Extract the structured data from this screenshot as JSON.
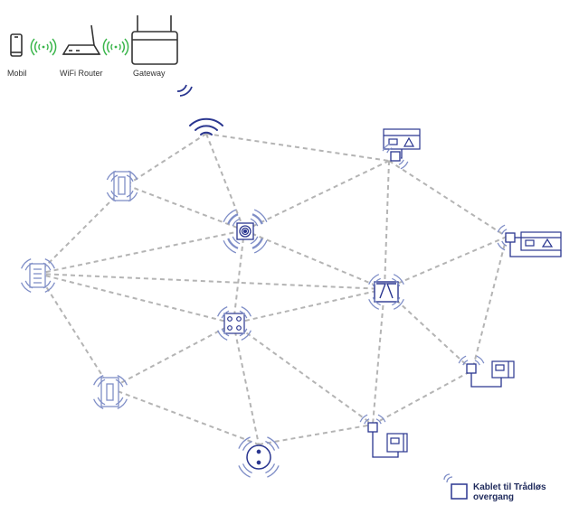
{
  "top_row": {
    "mobil_label": "Mobil",
    "router_label": "WiFi Router",
    "gateway_label": "Gateway"
  },
  "legend": {
    "line1": "Kablet til Trådløs",
    "line2": "overgang"
  },
  "colors": {
    "device_stroke": "#2a3690",
    "light_device_stroke": "#7f8ec7",
    "mesh_line": "#b4b4b4",
    "wifi_green": "#39b54a",
    "top_device": "#333333"
  }
}
